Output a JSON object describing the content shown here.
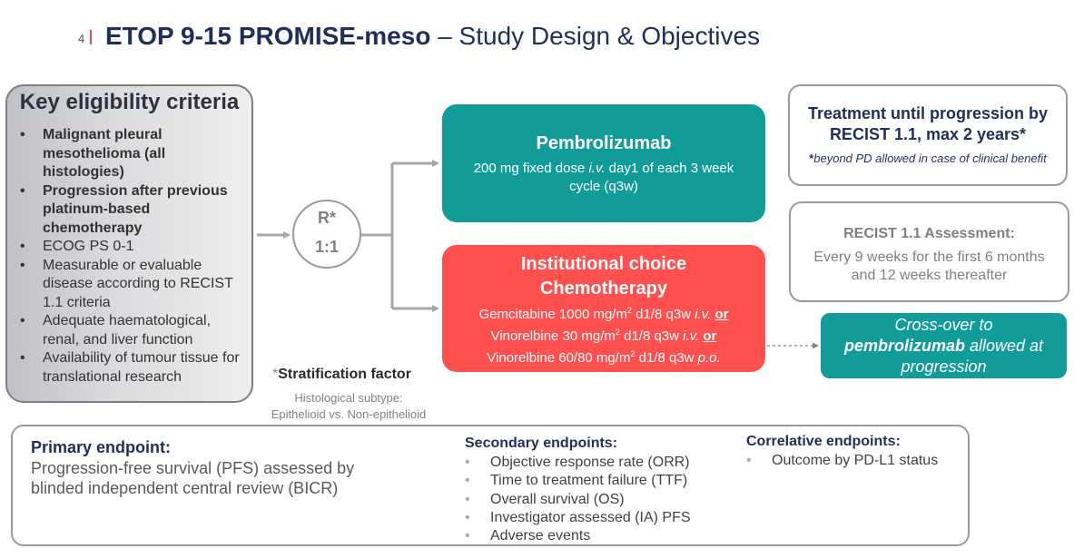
{
  "slide": {
    "number": "4",
    "title_bold": "ETOP 9-15 PROMISE-meso",
    "title_rest": " – Study Design & Objectives"
  },
  "eligibility": {
    "title": "Key eligibility criteria",
    "items": [
      {
        "text": "Malignant pleural mesothelioma (all histologies)",
        "bold": true
      },
      {
        "text": "Progression after previous platinum-based chemotherapy",
        "bold": true
      },
      {
        "text": "ECOG PS 0-1",
        "bold": false
      },
      {
        "text": "Measurable or evaluable disease according to RECIST 1.1 criteria",
        "bold": false
      },
      {
        "text": "Adequate haematological, renal, and liver function",
        "bold": false
      },
      {
        "text": "Availability of tumour tissue for translational research",
        "bold": false
      }
    ]
  },
  "randomisation": {
    "label": "R*",
    "ratio": "1:1"
  },
  "stratification": {
    "asterisk": "*",
    "title": "Stratification factor",
    "line1": "Histological subtype:",
    "line2": "Epithelioid vs. Non-epithelioid"
  },
  "pembrolizumab_arm": {
    "title": "Pembrolizumab",
    "line1_pre": "200 mg fixed dose ",
    "line1_it": "i.v.",
    "line1_post": " day1 of each 3 week",
    "line2": "cycle (q3w)"
  },
  "chemo_arm": {
    "title1": "Institutional choice",
    "title2": "Chemotherapy",
    "line1_pre": "Gemcitabine 1000 mg/m",
    "line1_sup": "2",
    "line1_post": " d1/8 q3w ",
    "line1_route": "i.v.",
    "line1_or": "or",
    "line2_pre": "Vinorelbine 30 mg/m",
    "line2_sup": "2",
    "line2_post": " d1/8 q3w ",
    "line2_route": "i.v.",
    "line2_or": "or",
    "line3_pre": "Vinorelbine 60/80 mg/m",
    "line3_sup": "2",
    "line3_post": " d1/8 q3w ",
    "line3_route": "p.o."
  },
  "treatment_box": {
    "line1": "Treatment until progression by",
    "line2": "RECIST 1.1, max 2 years*",
    "note_asterisk": "*",
    "note": "beyond PD allowed in case of clinical benefit"
  },
  "recist_box": {
    "title": "RECIST 1.1 Assessment:",
    "line1": "Every 9 weeks for the first 6 months",
    "line2": "and 12 weeks thereafter"
  },
  "crossover_box": {
    "line1": "Cross-over to",
    "line2_bold": "pembrolizumab",
    "line2_rest": " allowed at",
    "line3": "progression"
  },
  "endpoints": {
    "primary_title": "Primary endpoint:",
    "primary_line1": "Progression-free survival (PFS) assessed by",
    "primary_line2": "blinded independent central review (BICR)",
    "secondary_title": "Secondary endpoints:",
    "secondary": [
      "Objective response rate (ORR)",
      "Time to treatment failure (TTF)",
      "Overall survival (OS)",
      "Investigator assessed (IA) PFS",
      "Adverse events"
    ],
    "correlative_title": "Correlative endpoints:",
    "correlative": [
      "Outcome by PD-L1 status"
    ]
  },
  "colors": {
    "teal": "#119b99",
    "red": "#ff4f4f",
    "navy": "#1f2f5a",
    "grey_line": "#a6a6a6"
  }
}
